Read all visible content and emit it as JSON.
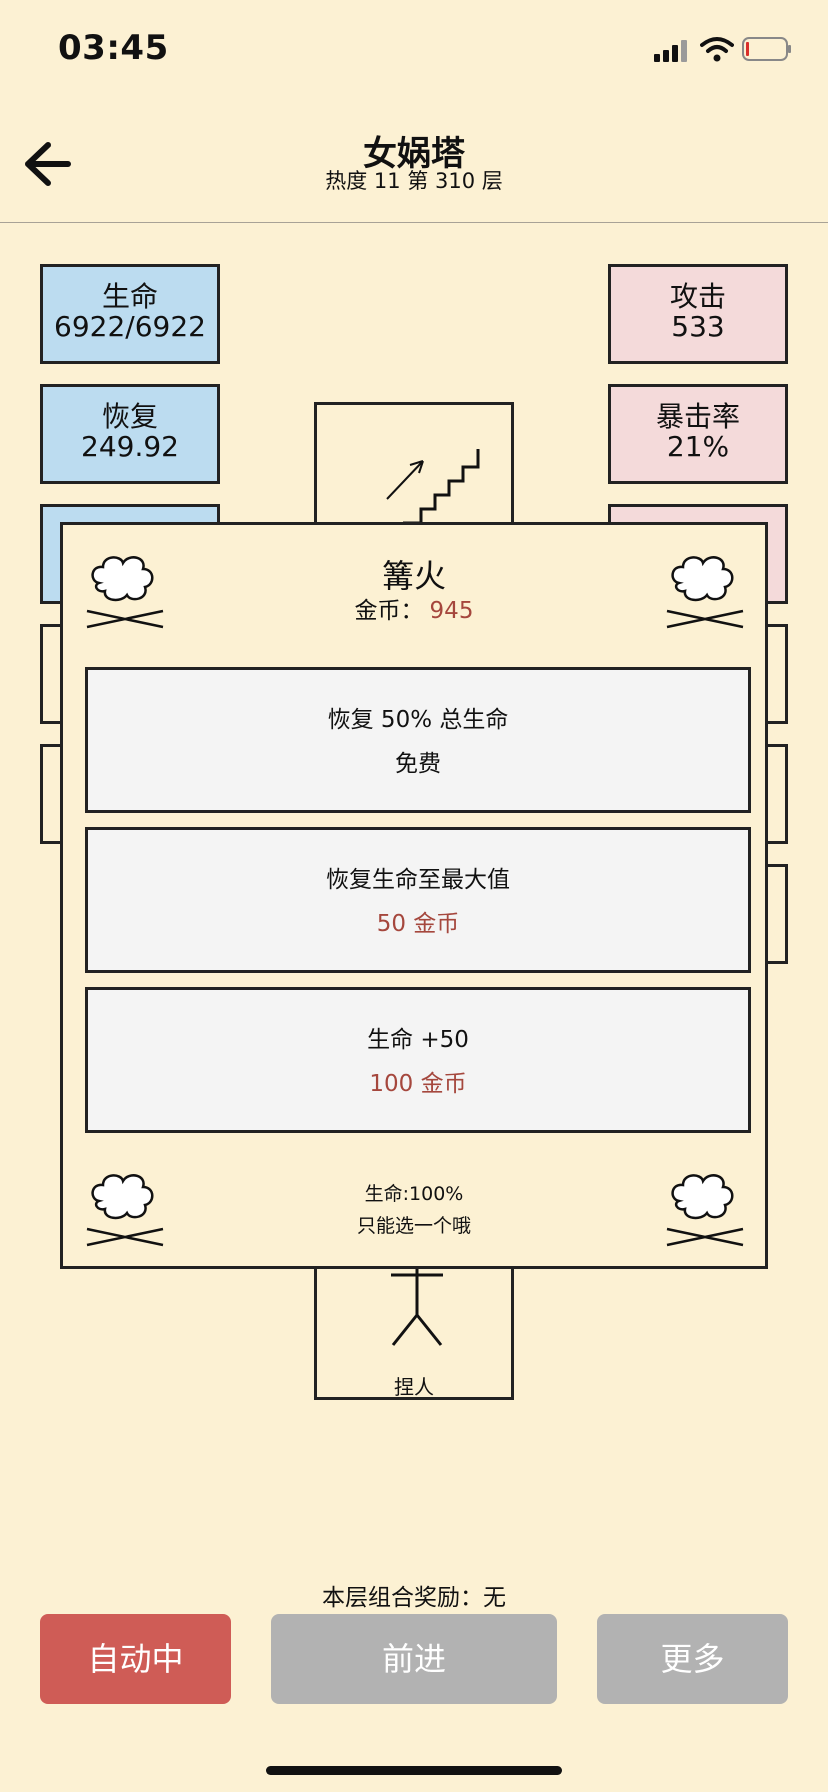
{
  "status_bar": {
    "time": "03:45",
    "icons": [
      "signal-icon",
      "wifi-icon",
      "battery-icon"
    ]
  },
  "header": {
    "title": "女娲塔",
    "subtitle": "热度 11 第 310 层",
    "back_icon": "arrow-left-icon"
  },
  "stats": {
    "life": {
      "label": "生命",
      "value": "6922/6922"
    },
    "recovery": {
      "label": "恢复",
      "value": "249.92"
    },
    "attack": {
      "label": "攻击",
      "value": "533"
    },
    "crit": {
      "label": "暴击率",
      "value": "21%"
    }
  },
  "map": {
    "player_label": "捏人",
    "icons": [
      "stairs-icon",
      "stick-figure-icon"
    ]
  },
  "modal": {
    "title": "篝火",
    "gold_label": "金币：",
    "gold_value": "945",
    "options": [
      {
        "label": "恢复 50% 总生命",
        "cost": "免费"
      },
      {
        "label": "恢复生命至最大值",
        "cost": "50 金币"
      },
      {
        "label": "生命 +50",
        "cost": "100 金币"
      }
    ],
    "life_status": "生命:100%",
    "note": "只能选一个哦",
    "icons": [
      "campfire-icon"
    ]
  },
  "combo_reward": "本层组合奖励：无",
  "buttons": {
    "auto": "自动中",
    "forward": "前进",
    "more": "更多"
  },
  "colors": {
    "background": "#fcf1d3",
    "blue_card": "#bcdcf0",
    "pink_card": "#f4dada",
    "accent_red": "#cf5c56",
    "gold_red": "#a5473d",
    "disabled_gray": "#b2b2b2"
  }
}
